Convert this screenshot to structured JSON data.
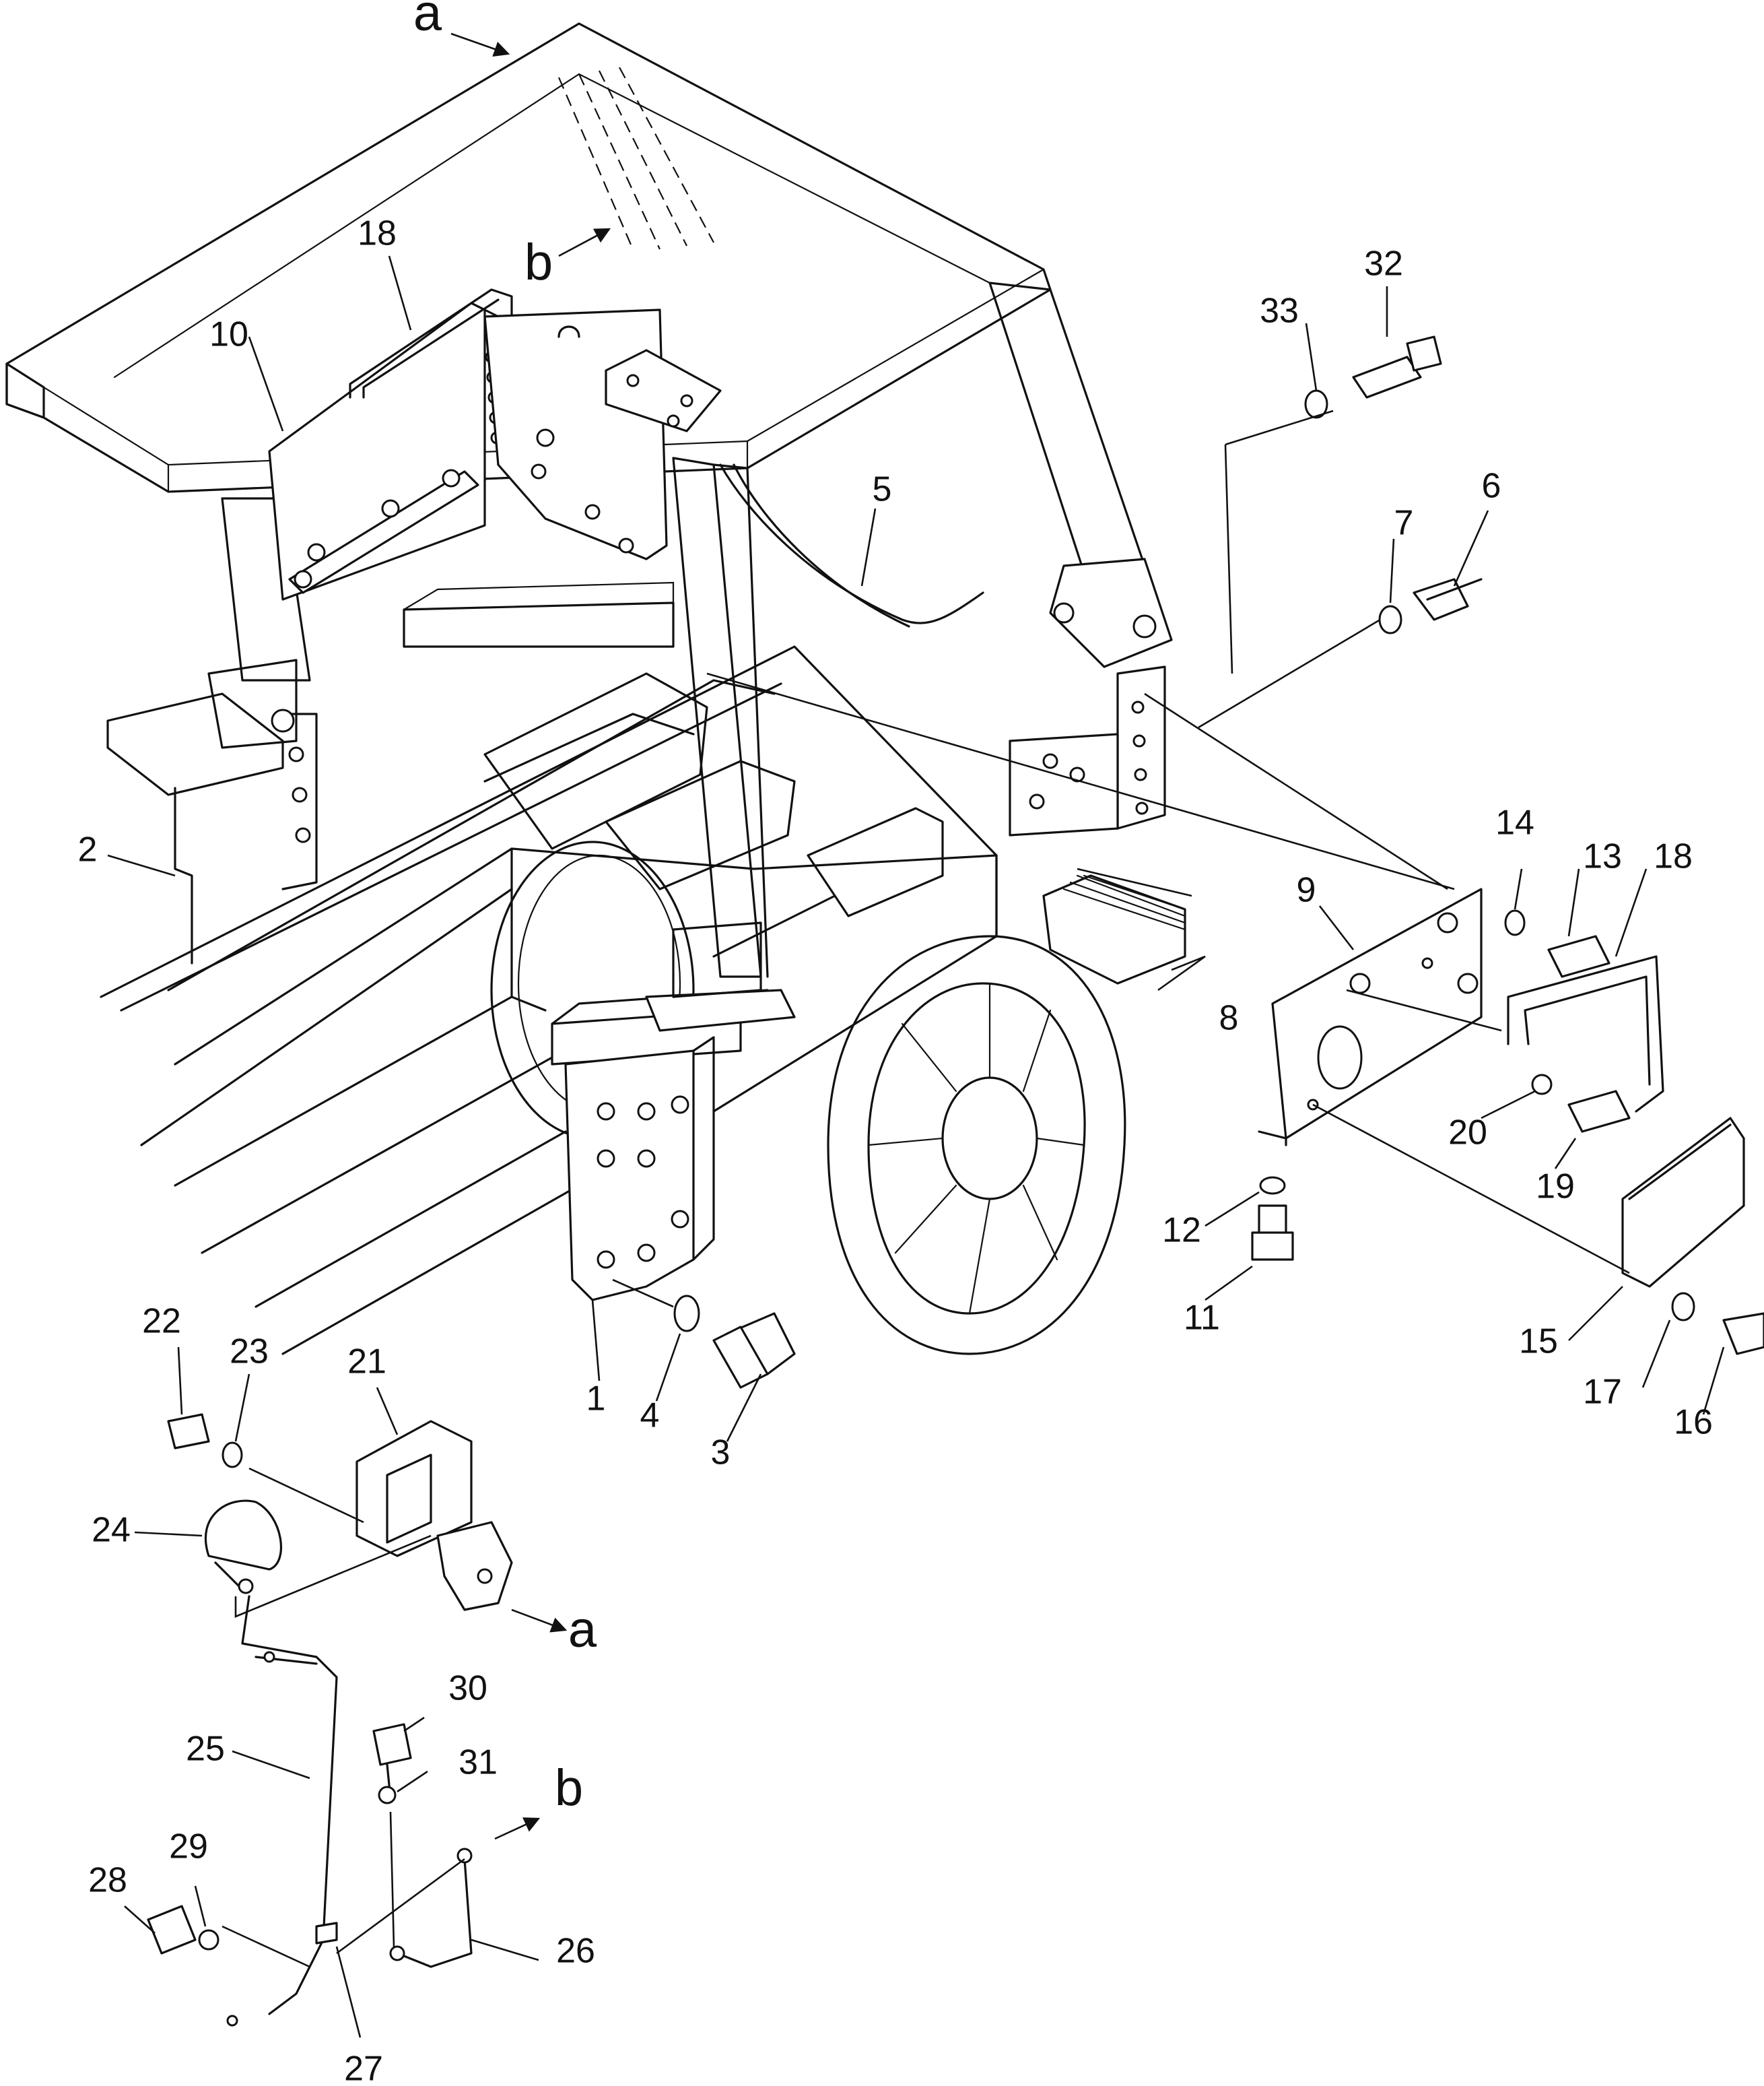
{
  "parts": {
    "p1": "1",
    "p2": "2",
    "p3": "3",
    "p4": "4",
    "p5": "5",
    "p6": "6",
    "p7": "7",
    "p8": "8",
    "p9": "9",
    "p10": "10",
    "p11": "11",
    "p12": "12",
    "p13": "13",
    "p14": "14",
    "p15": "15",
    "p16": "16",
    "p17": "17",
    "p18a": "18",
    "p18b": "18",
    "p19": "19",
    "p20": "20",
    "p21": "21",
    "p22": "22",
    "p23": "23",
    "p24": "24",
    "p25": "25",
    "p26": "26",
    "p27": "27",
    "p28": "28",
    "p29": "29",
    "p30": "30",
    "p31": "31",
    "p32": "32",
    "p33": "33"
  },
  "refs": {
    "a_top": "a",
    "a_bottom": "a",
    "b_top": "b",
    "b_bottom": "b"
  }
}
